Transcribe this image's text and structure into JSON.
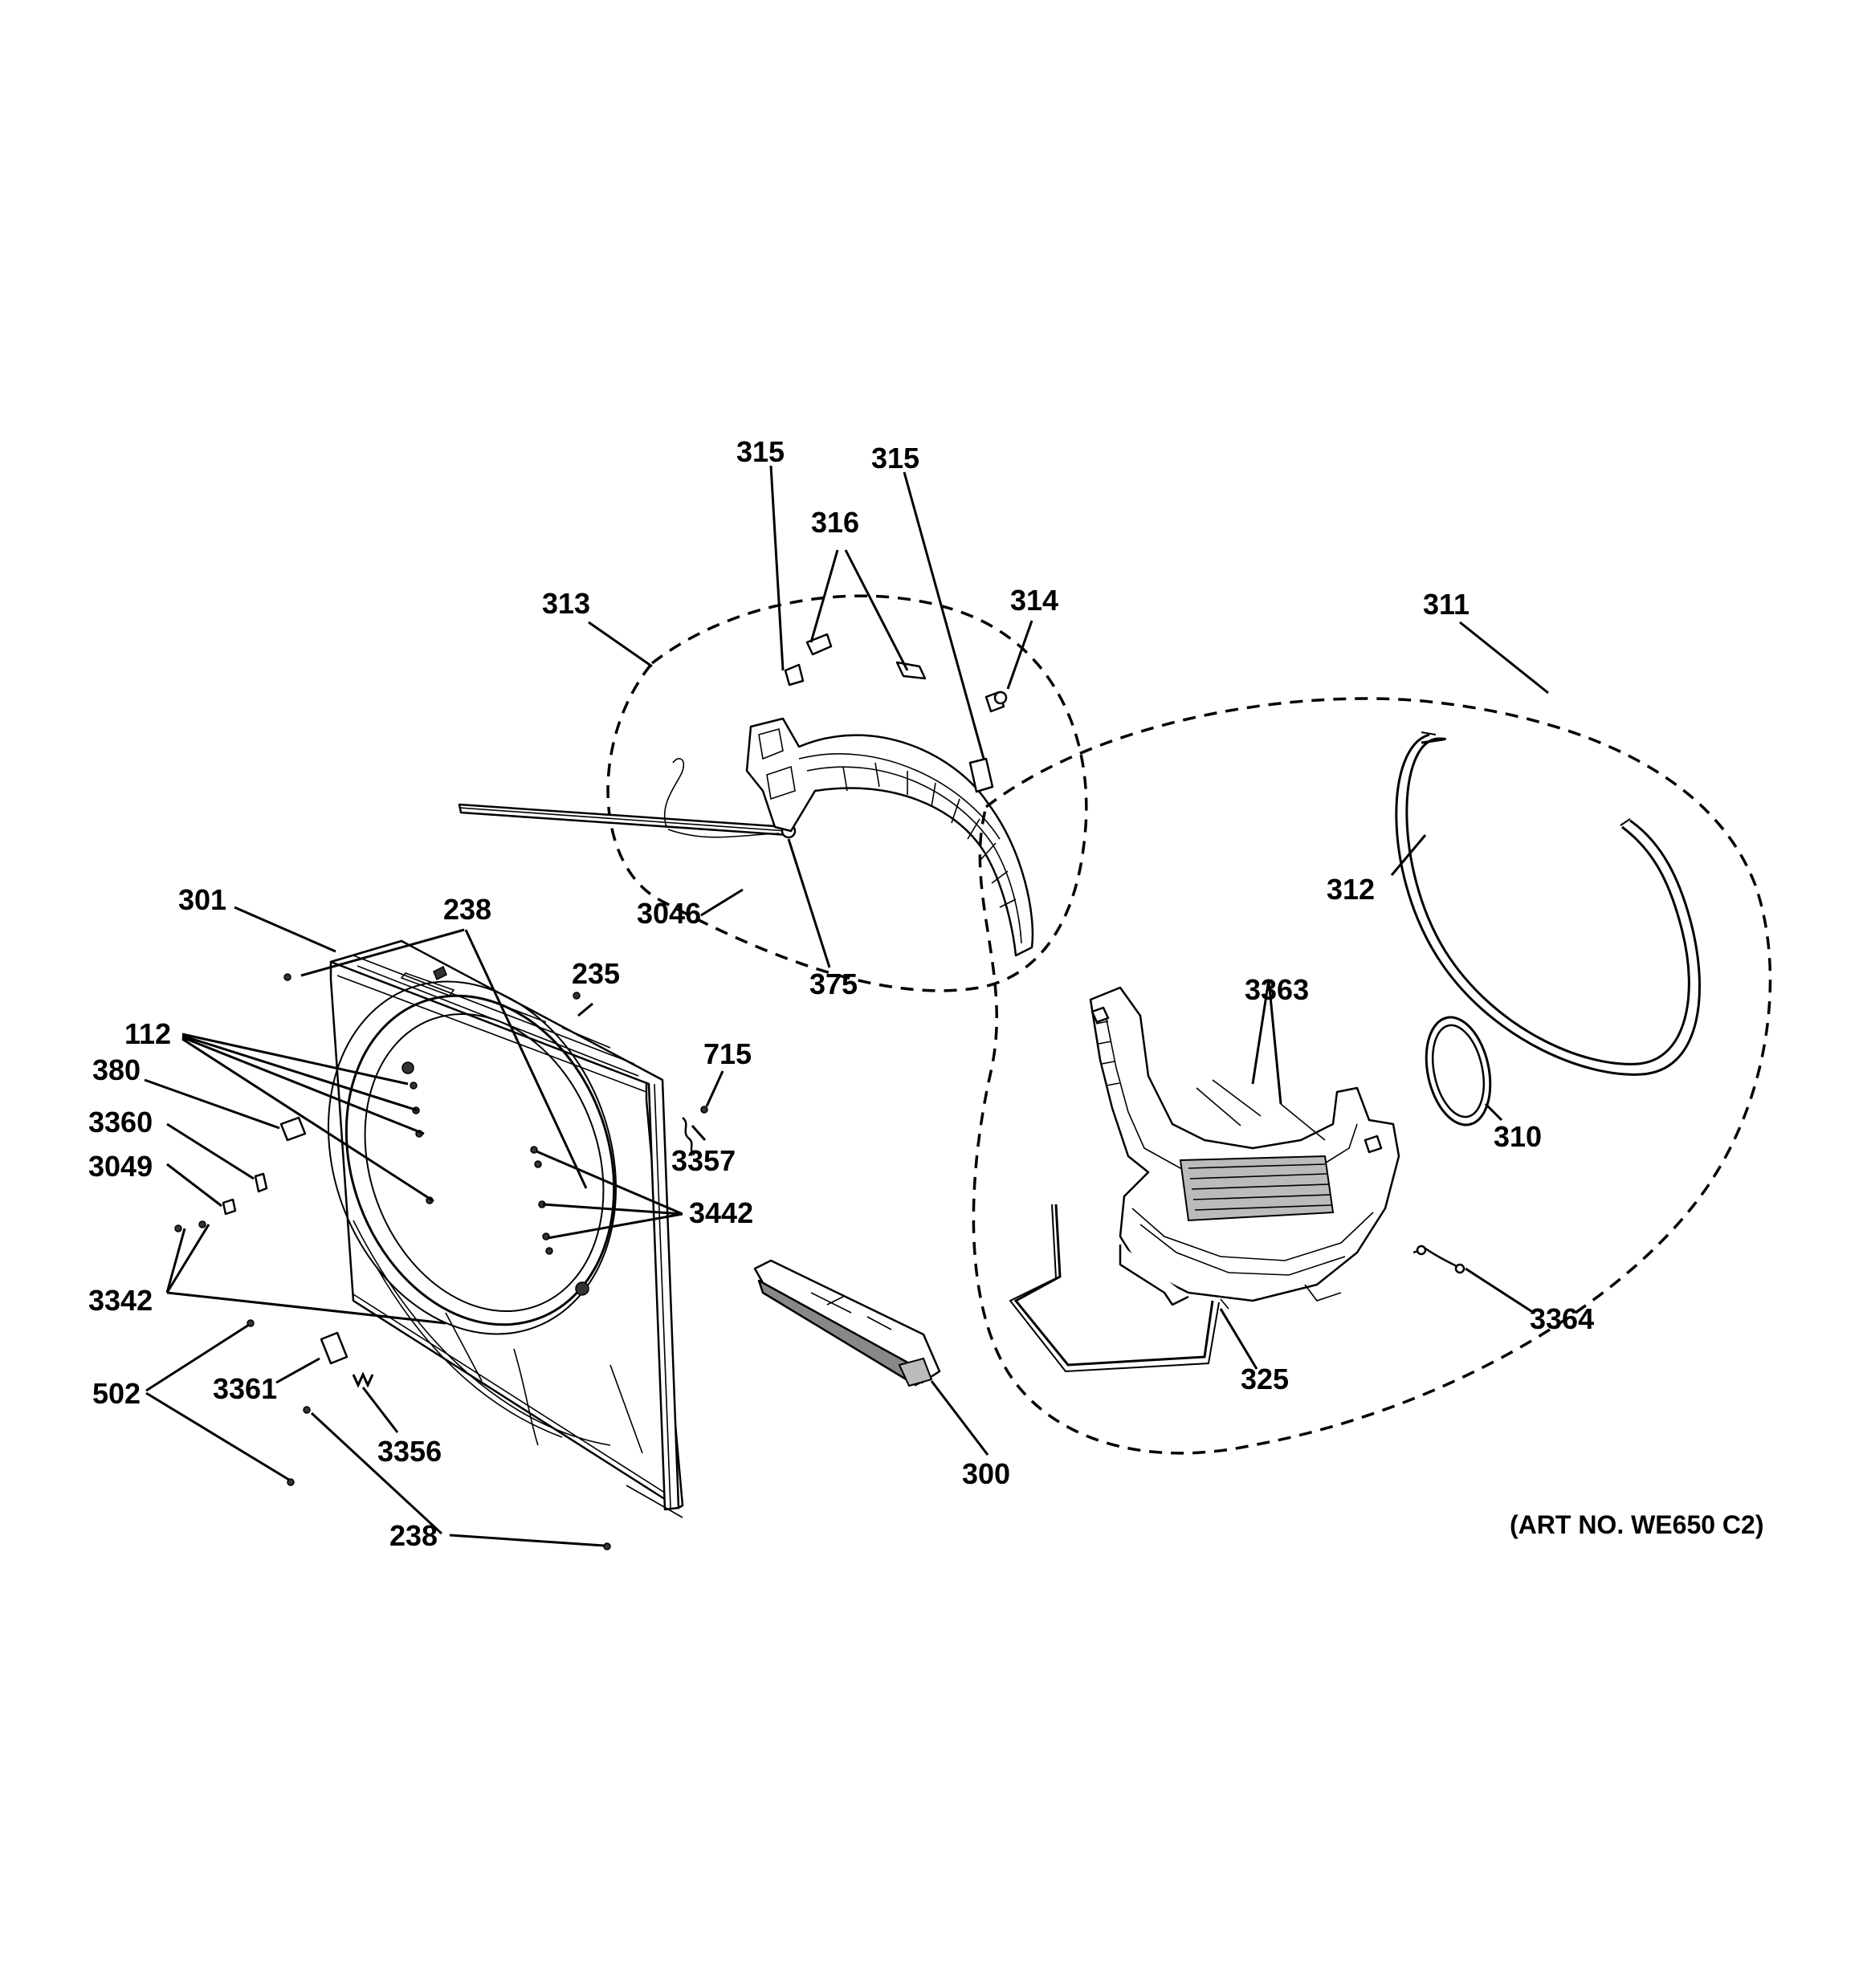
{
  "callouts": {
    "c315a": "315",
    "c315b": "315",
    "c316": "316",
    "c313": "313",
    "c314": "314",
    "c311": "311",
    "c312": "312",
    "c3046": "3046",
    "c375": "375",
    "c301": "301",
    "c238a": "238",
    "c235": "235",
    "c112": "112",
    "c380": "380",
    "c715": "715",
    "c3360": "3360",
    "c3357": "3357",
    "c3049": "3049",
    "c3442": "3442",
    "c3342": "3342",
    "c502": "502",
    "c3361": "3361",
    "c3356": "3356",
    "c238b": "238",
    "c300": "300",
    "c3363": "3363",
    "c310": "310",
    "c3364": "3364",
    "c325": "325"
  },
  "art_number": "(ART NO. WE650 C2)"
}
